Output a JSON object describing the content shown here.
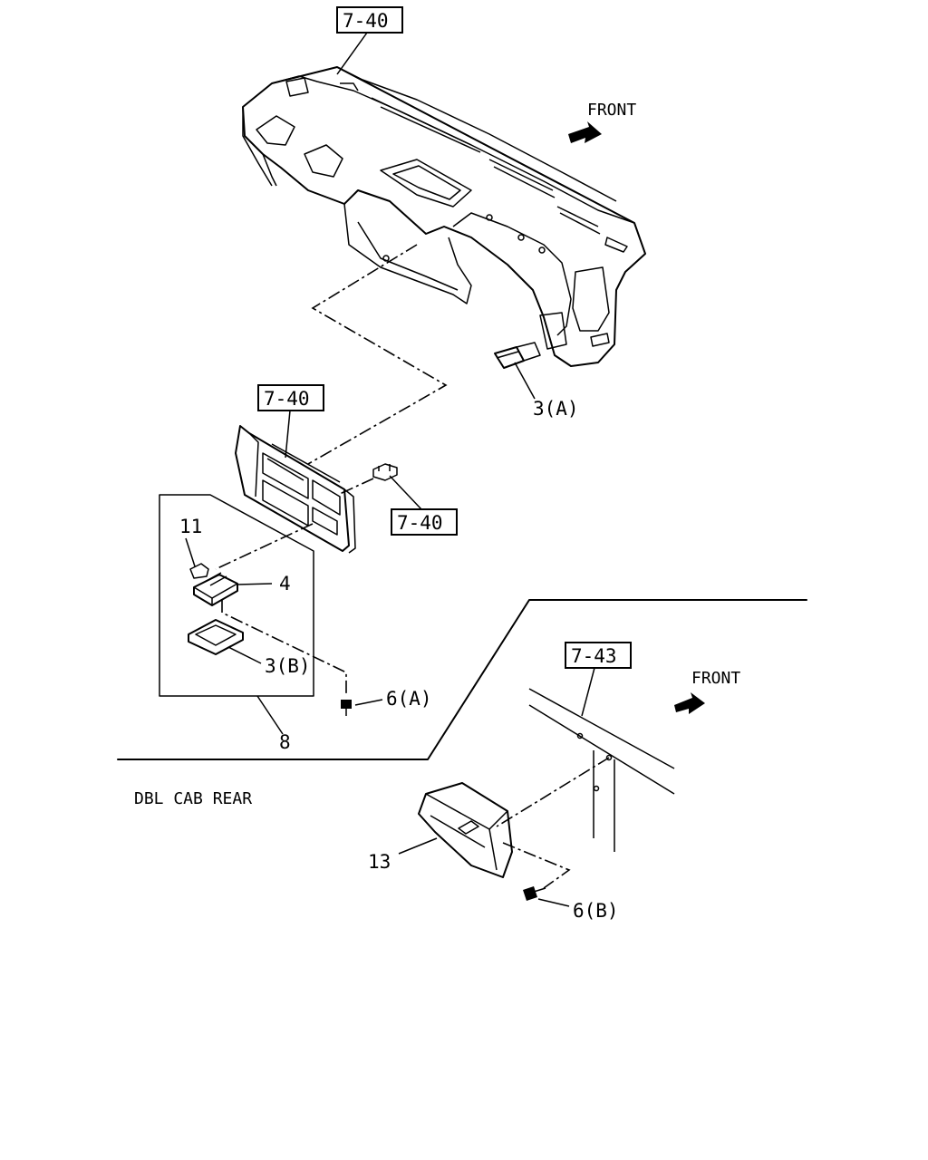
{
  "diagram": {
    "refs": {
      "top": "7-40",
      "middle": "7-40",
      "clip": "7-40",
      "rear": "7-43"
    },
    "front_labels": {
      "upper": "FRONT",
      "lower": "FRONT"
    },
    "callouts": {
      "part_3a": "3(A)",
      "part_11": "11",
      "part_4": "4",
      "part_3b": "3(B)",
      "part_6a": "6(A)",
      "part_8": "8",
      "part_13": "13",
      "part_6b": "6(B)"
    },
    "section_label": "DBL CAB REAR"
  }
}
